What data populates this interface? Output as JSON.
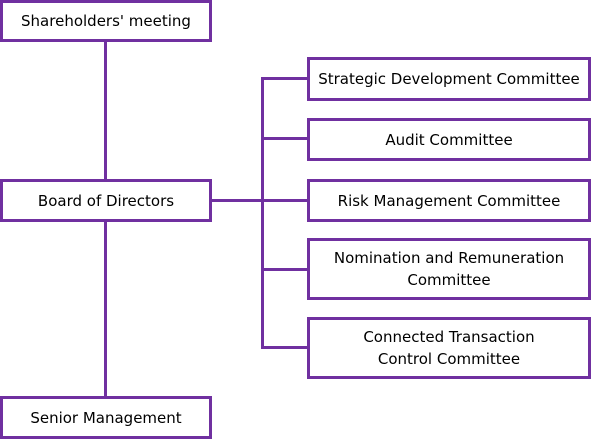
{
  "diagram": {
    "shareholders": "Shareholders' meeting",
    "board": "Board of Directors",
    "senior_management": "Senior Management",
    "committees": [
      {
        "line1": "Strategic Development Committee",
        "line2": ""
      },
      {
        "line1": "Audit Committee",
        "line2": ""
      },
      {
        "line1": "Risk Management Committee",
        "line2": ""
      },
      {
        "line1": "Nomination and Remuneration",
        "line2": "Committee"
      },
      {
        "line1": "Connected Transaction",
        "line2": "Control Committee"
      }
    ]
  },
  "colors": {
    "accent": "#7030a0",
    "background": "#ffffff",
    "text": "#000000"
  }
}
